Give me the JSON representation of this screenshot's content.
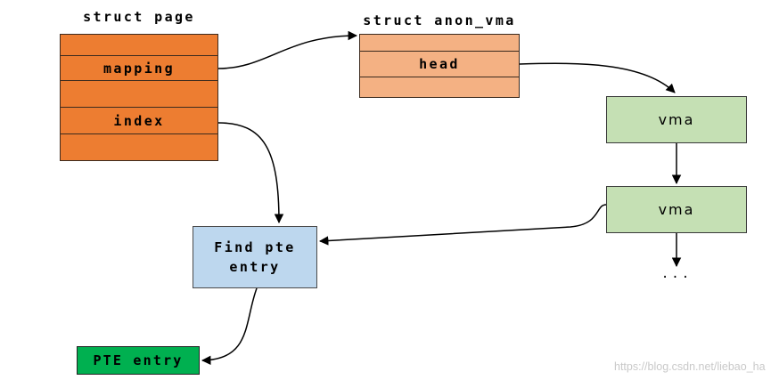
{
  "page_struct": {
    "title": "struct page",
    "rows": [
      "",
      "mapping",
      "",
      "index",
      ""
    ],
    "fill_color": "#ED7D31"
  },
  "anon_vma": {
    "title": "struct anon_vma",
    "rows": [
      "",
      "head",
      ""
    ],
    "fill_color": "#F4B183"
  },
  "vma_list": {
    "nodes": [
      {
        "label": "vma"
      },
      {
        "label": "vma"
      }
    ],
    "continuation": "...",
    "fill_color": "#C5E0B4"
  },
  "find_pte": {
    "lines": [
      "Find pte",
      "entry"
    ],
    "fill_color": "#BDD7EE"
  },
  "pte_entry": {
    "label": "PTE entry",
    "fill_color": "#00B050"
  },
  "watermark": "https://blog.csdn.net/liebao_ha"
}
